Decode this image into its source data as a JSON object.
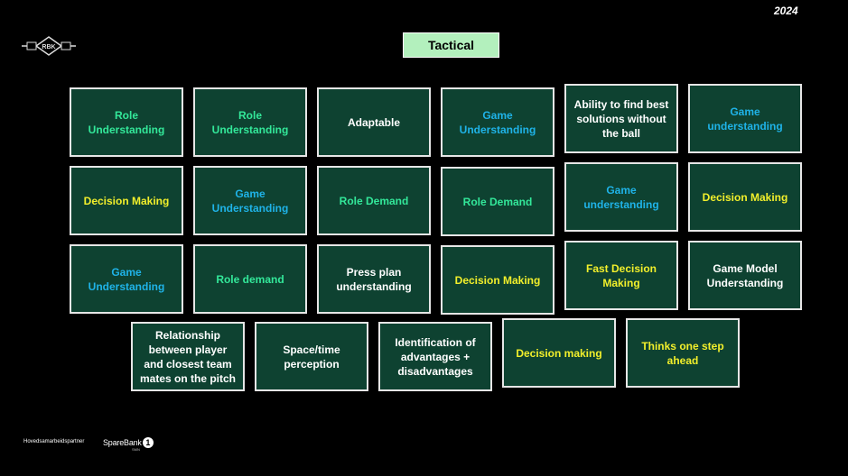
{
  "header": {
    "year": "2024",
    "title": "Tactical"
  },
  "cards": [
    {
      "text": "Role Understanding",
      "color": "#33e89a"
    },
    {
      "text": "Role Understanding",
      "color": "#33e89a"
    },
    {
      "text": "Adaptable",
      "color": "#ffffff"
    },
    {
      "text": "Game Understanding",
      "color": "#1fb3e8"
    },
    {
      "text": "Ability to find best solutions without the ball",
      "color": "#ffffff"
    },
    {
      "text": "Game understanding",
      "color": "#1fb3e8"
    },
    {
      "text": "Decision Making",
      "color": "#f2ef2b"
    },
    {
      "text": "Game Understanding",
      "color": "#1fb3e8"
    },
    {
      "text": "Role Demand",
      "color": "#33e89a"
    },
    {
      "text": "Role Demand",
      "color": "#33e89a"
    },
    {
      "text": "Game understanding",
      "color": "#1fb3e8"
    },
    {
      "text": "Decision Making",
      "color": "#f2ef2b"
    },
    {
      "text": "Game Understanding",
      "color": "#1fb3e8"
    },
    {
      "text": "Role demand",
      "color": "#33e89a"
    },
    {
      "text": "Press plan understanding",
      "color": "#ffffff"
    },
    {
      "text": "Decision Making",
      "color": "#f2ef2b"
    },
    {
      "text": "Fast Decision Making",
      "color": "#f2ef2b"
    },
    {
      "text": "Game Model Understanding",
      "color": "#ffffff"
    },
    {
      "text": "Relationship between player and closest team mates on the pitch",
      "color": "#ffffff"
    },
    {
      "text": "Space/time perception",
      "color": "#ffffff"
    },
    {
      "text": "Identification of advantages + disadvantages",
      "color": "#ffffff"
    },
    {
      "text": "Decision making",
      "color": "#f2ef2b"
    },
    {
      "text": "Thinks one step ahead",
      "color": "#f2ef2b"
    }
  ],
  "footer": {
    "partner_label": "Hovedsamarbeidspartner",
    "sponsor_name": "SpareBank",
    "sponsor_number": "1",
    "sponsor_sub": "SMN"
  },
  "logo": {
    "icon": "club-logo-icon",
    "text": "RBK"
  }
}
